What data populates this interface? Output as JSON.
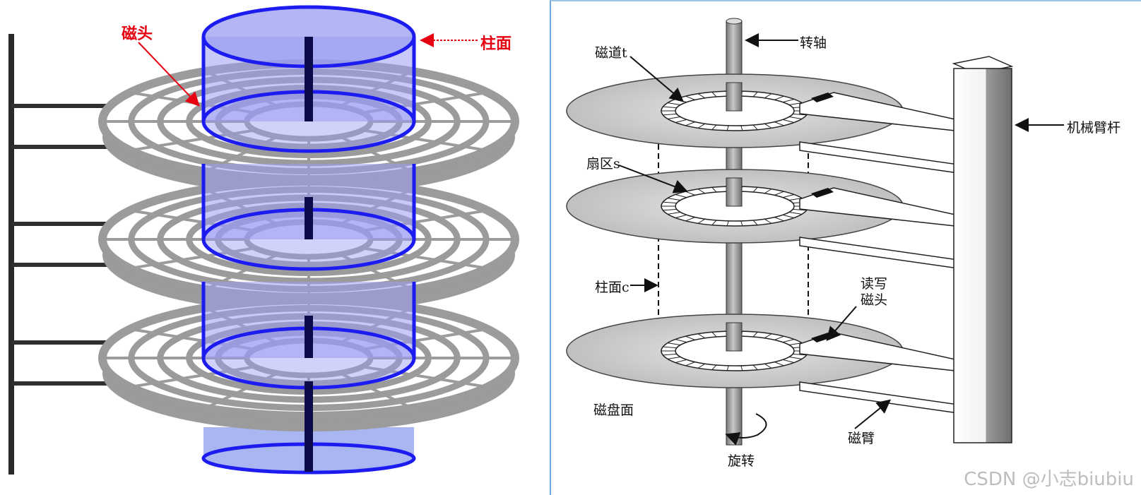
{
  "left_diagram": {
    "labels": {
      "head": "磁头",
      "cylinder": "柱面"
    }
  },
  "right_diagram": {
    "labels": {
      "spindle": "转轴",
      "track": "磁道t",
      "sector": "扇区s",
      "cylinder": "柱面c",
      "arm_rod": "机械臂杆",
      "rw_head_line1": "读写",
      "rw_head_line2": "磁头",
      "platter_surface": "磁盘面",
      "arm": "磁臂",
      "rotation": "旋转"
    }
  },
  "watermark": "CSDN @小志biubiu",
  "colors": {
    "cylinder_fill": "#9a9cf2",
    "cylinder_stroke": "#1c1cf0",
    "platter_gray": "#9b9b9b",
    "label_red": "#e60012"
  }
}
